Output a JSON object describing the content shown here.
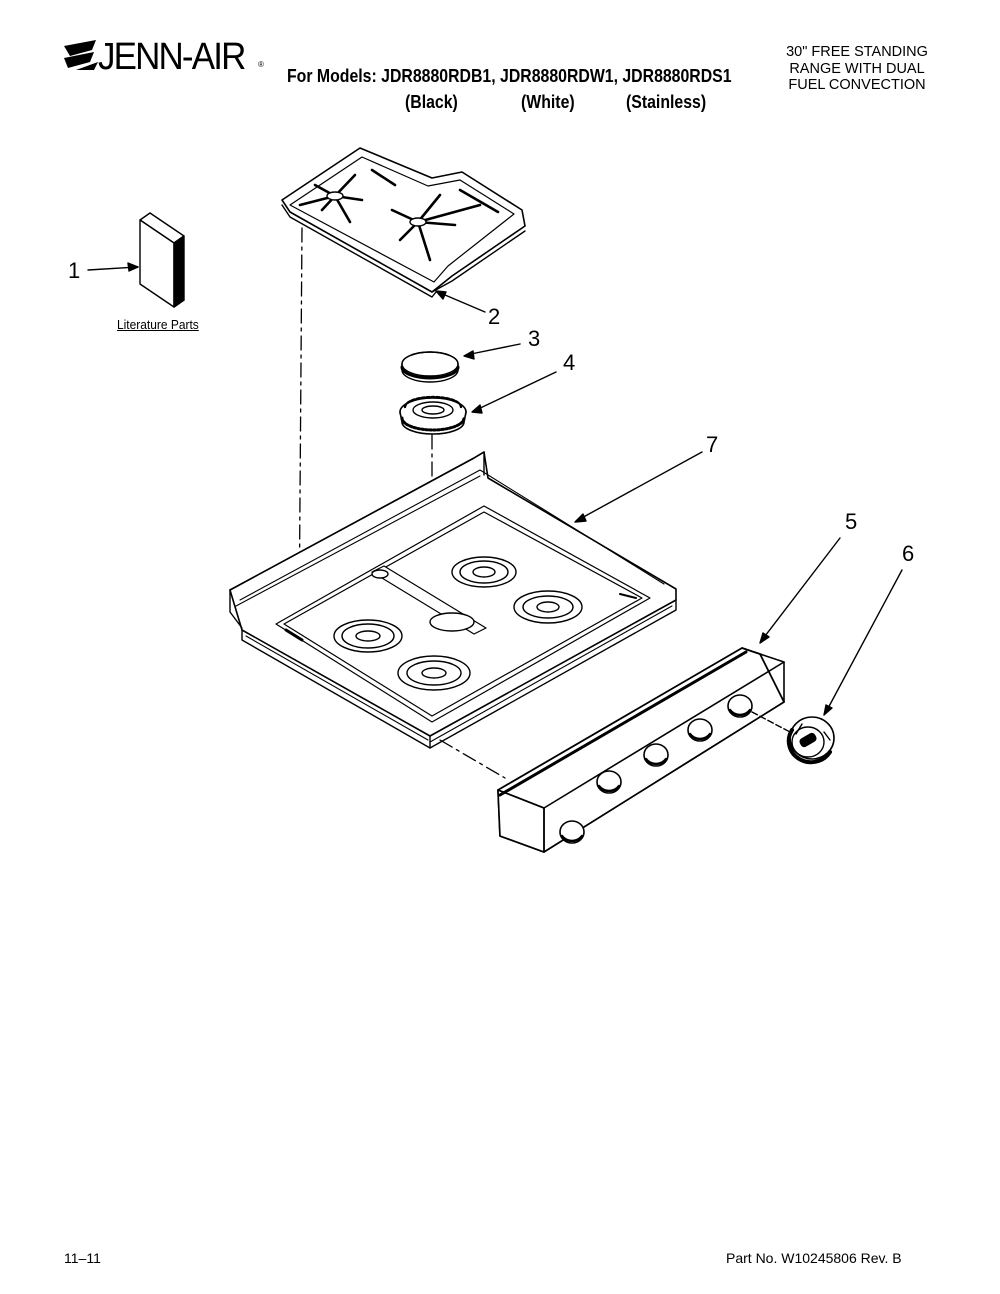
{
  "header": {
    "brand": "JENN-AIR",
    "trademark": "®",
    "models_line": "For Models: JDR8880RDB1, JDR8880RDW1, JDR8880RDS1",
    "colors": [
      "(Black)",
      "(White)",
      "(Stainless)"
    ],
    "product_description": [
      "30\" FREE STANDING",
      "RANGE WITH DUAL",
      "FUEL CONVECTION"
    ]
  },
  "diagram": {
    "literature_label": "Literature Parts",
    "callouts": [
      "1",
      "2",
      "3",
      "4",
      "5",
      "6",
      "7"
    ]
  },
  "footer": {
    "date": "11–11",
    "part_number": "Part No. W10245806 Rev. B"
  },
  "colors": {
    "ink": "#000000",
    "paper": "#ffffff"
  }
}
